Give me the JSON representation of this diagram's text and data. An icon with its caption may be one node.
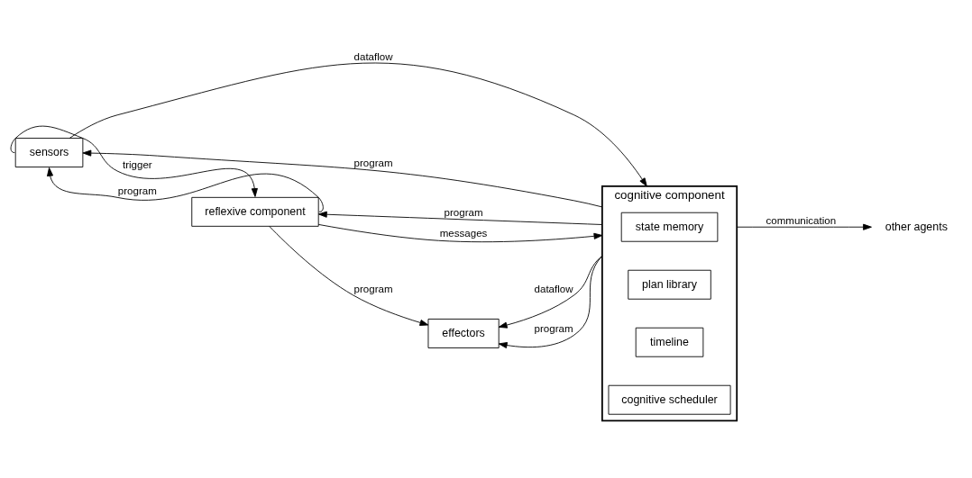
{
  "diagram": {
    "nodes": [
      {
        "text": [
          "sensors"
        ]
      },
      {
        "text": [
          "reflexive component"
        ]
      },
      {
        "text": [
          "effectors"
        ]
      },
      {
        "text": [
          "cognitive component"
        ]
      },
      {
        "text": [
          "state memory"
        ],
        "in": 3
      },
      {
        "text": [
          "plan library"
        ],
        "in": 3
      },
      {
        "text": [
          "timeline"
        ],
        "in": 3
      },
      {
        "text": [
          "cognitive scheduler"
        ],
        "in": 3
      },
      {
        "text": [
          "other agents"
        ]
      }
    ],
    "edges": [
      {
        "from": 0,
        "to": 1,
        "arrow": "to",
        "label": "trigger"
      },
      {
        "from": 1,
        "to": 0,
        "arrow": "to",
        "label": "program"
      },
      {
        "from": 0,
        "to": 3,
        "arrow": "to",
        "label": "dataflow"
      },
      {
        "from": 3,
        "to": 0,
        "arrow": "to",
        "label": "program"
      },
      {
        "from": 3,
        "to": 1,
        "arrow": "to",
        "label": "program"
      },
      {
        "from": 1,
        "to": 3,
        "arrow": "to",
        "label": "messages"
      },
      {
        "from": 3,
        "to": 2,
        "arrow": "to",
        "label": "dataflow"
      },
      {
        "from": 3,
        "to": 2,
        "arrow": "to",
        "label": "program"
      },
      {
        "from": 1,
        "to": 2,
        "arrow": "to",
        "label": "program"
      },
      {
        "from": 3,
        "to": 8,
        "arrow": "to",
        "label": "communication"
      }
    ]
  }
}
